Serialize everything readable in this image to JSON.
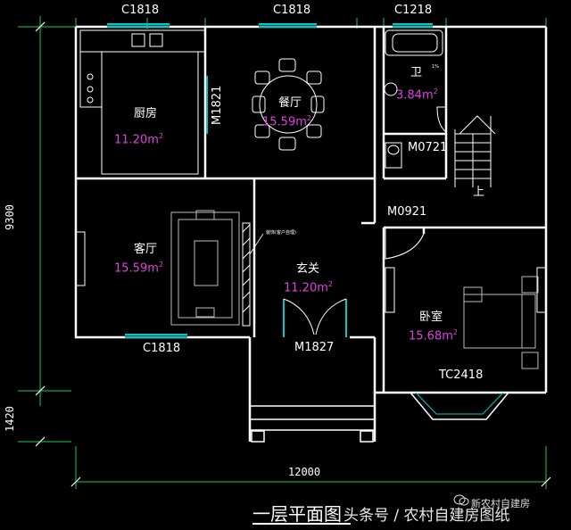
{
  "windows": {
    "top_kitchen": "C1818",
    "top_dining": "C1818",
    "top_bath": "C1218",
    "bottom_living": "C1818",
    "bedroom_bay": "TC2418"
  },
  "doors": {
    "kitchen_dining": "M1821",
    "bath": "M0721",
    "bedroom": "M0921",
    "entrance": "M1827"
  },
  "rooms": {
    "kitchen": {
      "name": "厨房",
      "area": "11.20m",
      "sup": "2"
    },
    "dining": {
      "name": "餐厅",
      "area": "15.59m",
      "sup": "2"
    },
    "bath": {
      "name": "卫",
      "area": "3.84m",
      "sup": "2",
      "slope": "1%"
    },
    "living": {
      "name": "客厅",
      "area": "15.59m",
      "sup": "2"
    },
    "foyer": {
      "name": "玄关",
      "area": "11.20m",
      "sup": "2"
    },
    "bedroom": {
      "name": "卧室",
      "area": "15.68m",
      "sup": "2"
    },
    "stair_up": "上"
  },
  "dimensions": {
    "height_main": "9300",
    "height_porch": "1420",
    "width_total": "12000"
  },
  "annotation": "装饰(客户自理)",
  "title": "一层平面图",
  "watermark": {
    "text": "头条号 / 农村自建房图纸",
    "brand": "新农村自建房"
  },
  "colors": {
    "wall": "#ffffff",
    "area_text": "#e040e0",
    "window": "#00c8c8",
    "dim_line": "#22c55e",
    "furniture": "#bbbbbb"
  }
}
